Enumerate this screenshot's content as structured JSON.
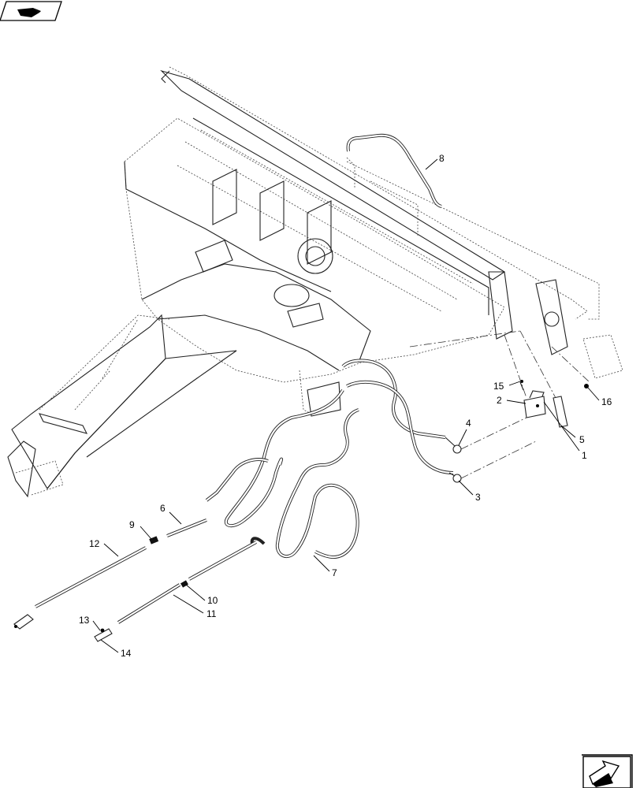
{
  "callouts": [
    {
      "id": "c1",
      "label": "1"
    },
    {
      "id": "c2",
      "label": "2"
    },
    {
      "id": "c3",
      "label": "3"
    },
    {
      "id": "c4",
      "label": "4"
    },
    {
      "id": "c5",
      "label": "5"
    },
    {
      "id": "c6",
      "label": "6"
    },
    {
      "id": "c7",
      "label": "7"
    },
    {
      "id": "c8",
      "label": "8"
    },
    {
      "id": "c9",
      "label": "9"
    },
    {
      "id": "c10",
      "label": "10"
    },
    {
      "id": "c11",
      "label": "11"
    },
    {
      "id": "c12",
      "label": "12"
    },
    {
      "id": "c13",
      "label": "13"
    },
    {
      "id": "c14",
      "label": "14"
    },
    {
      "id": "c15",
      "label": "15"
    },
    {
      "id": "c16",
      "label": "16"
    }
  ],
  "icons": {
    "top_left": "direction-flag-icon",
    "bottom_right": "next-page-arrow-icon"
  }
}
